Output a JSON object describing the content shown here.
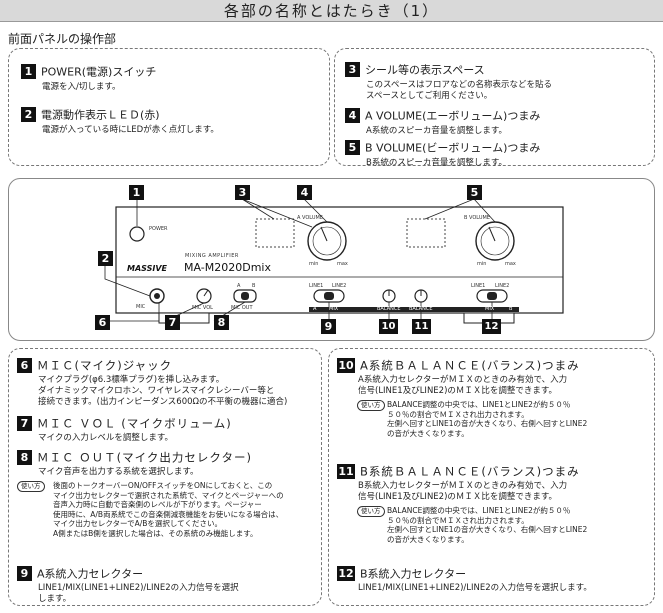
{
  "header": {
    "title": "各部の名称とはたらき（1）"
  },
  "section": {
    "title": "前面パネルの操作部"
  },
  "top_left": [
    {
      "num": "1",
      "title": "POWER(電源)スイッチ",
      "desc": [
        "電源を入/切します。"
      ]
    },
    {
      "num": "2",
      "title": "電源動作表示ＬＥＤ(赤)",
      "desc": [
        "電源が入っている時にLEDが赤く点灯します。"
      ]
    }
  ],
  "top_right": [
    {
      "num": "3",
      "title": "シール等の表示スペース",
      "desc": [
        "このスペースはフロアなどの名称表示などを貼る",
        "スペースとしてご利用ください。"
      ]
    },
    {
      "num": "4",
      "title": "A VOLUME(エーボリューム)つまみ",
      "desc": [
        "A系統のスピーカ音量を調整します。"
      ]
    },
    {
      "num": "5",
      "title": "B VOLUME(ビーボリューム)つまみ",
      "desc": [
        "B系統のスピーカ音量を調整します。"
      ]
    }
  ],
  "panel": {
    "brand": "MASSIVE",
    "model_small": "MIXING AMPLIFIER",
    "model": "MA-M2020Dmix",
    "power": "POWER",
    "a_volume": "A VOLUME",
    "b_volume": "B VOLUME",
    "min": "min",
    "max": "max",
    "mic": "MIC",
    "mic_vol": "MIC VOL",
    "mic_out": "MIC OUT",
    "a": "A",
    "b": "B",
    "line1": "LINE1",
    "line2": "LINE2",
    "balance": "BALANCE",
    "mix": "MIX",
    "callouts": [
      "1",
      "2",
      "3",
      "4",
      "5",
      "6",
      "7",
      "8",
      "9",
      "10",
      "11",
      "12"
    ]
  },
  "bottom_left": [
    {
      "num": "6",
      "title": "ＭＩＣ(マイク)ジャック",
      "desc": [
        "マイクプラグ(φ6.3標準プラグ)を挿し込みます。",
        "ダイナミックマイクロホン、ワイヤレスマイクレシーバー等と",
        "接続できます。(出力インピーダンス600Ωの不平衡の機器に適合)"
      ]
    },
    {
      "num": "7",
      "title": "ＭＩＣ ＶＯＬ (マイクボリューム)",
      "desc": [
        "マイクの入力レベルを調整します。"
      ]
    },
    {
      "num": "8",
      "title": "ＭＩＣ ＯＵＴ(マイク出力セレクター)",
      "desc": [
        "マイク音声を出力する系統を選択します。"
      ],
      "note_chip": "使い方",
      "note": [
        "後面のトークオーバーON/OFFスイッチをONにしておくと、この",
        "マイク出力セレクターで選択された系統で、マイクとページャーへの",
        "音声入力時に自動で音楽側のレベルが下がります。ページャー",
        "使用時に、A/B両系統でこの音楽側減衰機能をお使いになる場合は、",
        "マイク出力セレクターでA/Bを選択してください。",
        "A側またはB側を選択した場合は、その系統のみ機能します。"
      ]
    },
    {
      "num": "9",
      "title": "A系統入力セレクター",
      "desc": [
        "LINE1/MIX(LINE1+LINE2)/LINE2の入力信号を選択",
        "します。"
      ]
    }
  ],
  "bottom_right": [
    {
      "num": "10",
      "title": "A系統ＢＡＬＡＮＣＥ(バランス)つまみ",
      "desc": [
        "A系統入力セレクターがＭＩＸのときのみ有効で、入力",
        "信号(LINE1及びLINE2)のＭＩＸ比を調整できます。"
      ],
      "note_chip": "使い方",
      "note": [
        "BALANCE調整の中央では、LINE1とLINE2が約５０％",
        "５０％の割合でＭＩＸされ出力されます。",
        "左側へ回すとLINE1の音が大きくなり、右側へ回すとLINE2",
        "の音が大きくなります。"
      ]
    },
    {
      "num": "11",
      "title": "B系統ＢＡＬＡＮＣＥ(バランス)つまみ",
      "desc": [
        "B系統入力セレクターがＭＩＸのときのみ有効で、入力",
        "信号(LINE1及びLINE2)のＭＩＸ比を調整できます。"
      ],
      "note_chip": "使い方",
      "note": [
        "BALANCE調整の中央では、LINE1とLINE2が約５０％",
        "５０％の割合でＭＩＸされ出力されます。",
        "左側へ回すとLINE1の音が大きくなり、右側へ回すとLINE2",
        "の音が大きくなります。"
      ]
    },
    {
      "num": "12",
      "title": "B系統入力セレクター",
      "desc": [
        "LINE1/MIX(LINE1+LINE2)/LINE2の入力信号を選択します。"
      ]
    }
  ]
}
